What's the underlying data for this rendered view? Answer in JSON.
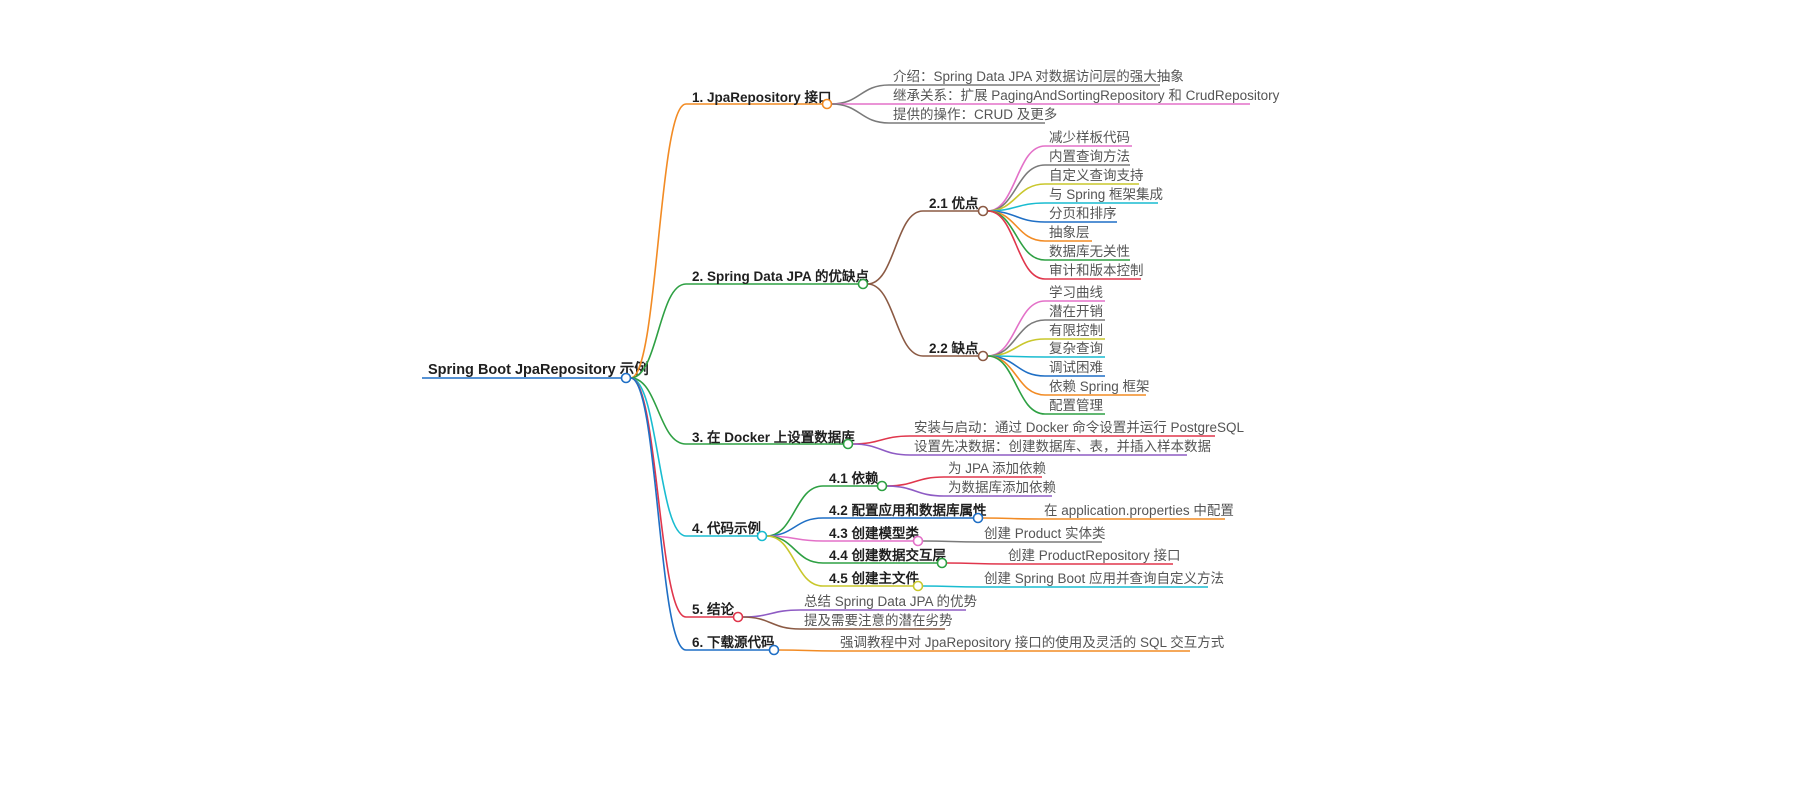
{
  "root": {
    "label": "Spring Boot JpaRepository 示例",
    "color": "#1f6fc5"
  },
  "branches": [
    {
      "label": "1. JpaRepository 接口",
      "color": "#f28b24",
      "leaves": [
        {
          "label": "介绍：Spring Data JPA 对数据访问层的强大抽象",
          "color": "#7a7a7a"
        },
        {
          "label": "继承关系：扩展 PagingAndSortingRepository 和 CrudRepository",
          "color": "#e371c8"
        },
        {
          "label": "提供的操作：CRUD 及更多",
          "color": "#7a7a7a"
        }
      ]
    },
    {
      "label": "2. Spring Data JPA 的优缺点",
      "color": "#2ea043",
      "subs": [
        {
          "label": "2.1 优点",
          "color": "#8b5a44",
          "leaves": [
            {
              "label": "减少样板代码",
              "color": "#e371c8"
            },
            {
              "label": "内置查询方法",
              "color": "#7a7a7a"
            },
            {
              "label": "自定义查询支持",
              "color": "#c9c72c"
            },
            {
              "label": "与 Spring 框架集成",
              "color": "#19bcd0"
            },
            {
              "label": "分页和排序",
              "color": "#1f6fc5"
            },
            {
              "label": "抽象层",
              "color": "#f28b24"
            },
            {
              "label": "数据库无关性",
              "color": "#2ea043"
            },
            {
              "label": "审计和版本控制",
              "color": "#e0364c"
            }
          ]
        },
        {
          "label": "2.2 缺点",
          "color": "#8b5a44",
          "leaves": [
            {
              "label": "学习曲线",
              "color": "#e371c8"
            },
            {
              "label": "潜在开销",
              "color": "#7a7a7a"
            },
            {
              "label": "有限控制",
              "color": "#c9c72c"
            },
            {
              "label": "复杂查询",
              "color": "#19bcd0"
            },
            {
              "label": "调试困难",
              "color": "#1f6fc5"
            },
            {
              "label": "依赖 Spring 框架",
              "color": "#f28b24"
            },
            {
              "label": "配置管理",
              "color": "#2ea043"
            }
          ]
        }
      ]
    },
    {
      "label": "3. 在 Docker 上设置数据库",
      "color": "#2ea043",
      "leaves": [
        {
          "label": "安装与启动：通过 Docker 命令设置并运行 PostgreSQL",
          "color": "#e0364c"
        },
        {
          "label": "设置先决数据：创建数据库、表，并插入样本数据",
          "color": "#8e5bc4"
        }
      ]
    },
    {
      "label": "4. 代码示例",
      "color": "#19bcd0",
      "subs": [
        {
          "label": "4.1 依赖",
          "color": "#2ea043",
          "leaves": [
            {
              "label": "为 JPA 添加依赖",
              "color": "#e0364c"
            },
            {
              "label": "为数据库添加依赖",
              "color": "#8e5bc4"
            }
          ]
        },
        {
          "label": "4.2 配置应用和数据库属性",
          "color": "#1f6fc5",
          "leaves": [
            {
              "label": "在 application.properties 中配置",
              "color": "#f28b24"
            }
          ]
        },
        {
          "label": "4.3 创建模型类",
          "color": "#e371c8",
          "leaves": [
            {
              "label": "创建 Product 实体类",
              "color": "#7a7a7a"
            }
          ]
        },
        {
          "label": "4.4 创建数据交互层",
          "color": "#2ea043",
          "leaves": [
            {
              "label": "创建 ProductRepository 接口",
              "color": "#e0364c"
            }
          ]
        },
        {
          "label": "4.5 创建主文件",
          "color": "#c9c72c",
          "leaves": [
            {
              "label": "创建 Spring Boot 应用并查询自定义方法",
              "color": "#19bcd0"
            }
          ]
        }
      ]
    },
    {
      "label": "5. 结论",
      "color": "#e0364c",
      "leaves": [
        {
          "label": "总结 Spring Data JPA 的优势",
          "color": "#8e5bc4"
        },
        {
          "label": "提及需要注意的潜在劣势",
          "color": "#8b5a44"
        }
      ]
    },
    {
      "label": "6. 下载源代码",
      "color": "#1f6fc5",
      "leaves": [
        {
          "label": "强调教程中对 JpaRepository 接口的使用及灵活的 SQL 交互方式",
          "color": "#f28b24"
        }
      ]
    }
  ]
}
